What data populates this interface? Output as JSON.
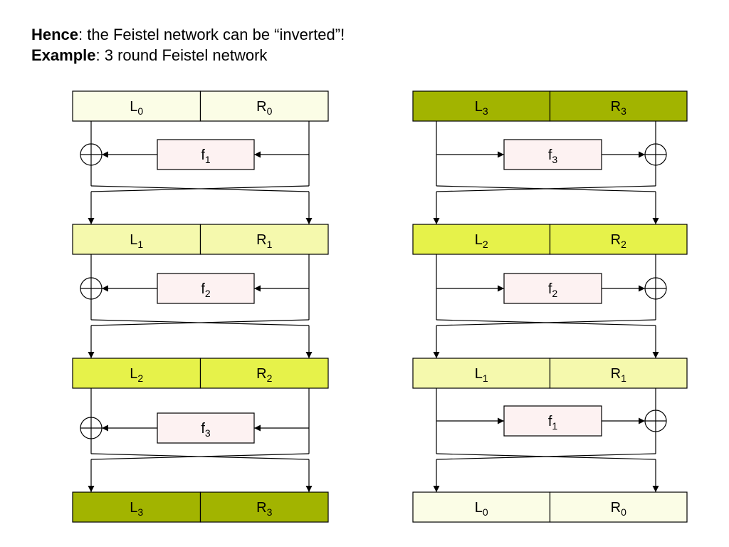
{
  "heading": {
    "line1_bold": "Hence",
    "line1_rest": ": the Feistel network can be “inverted”!",
    "line2_bold": "Example",
    "line2_rest": ": 3 round Feistel network"
  },
  "colors": {
    "stage0": "#fbfde6",
    "stage1": "#f5f9ad",
    "stage2": "#e6f24a",
    "stage3": "#a2b400",
    "function_box": "#fdf2f2",
    "line": "#000000"
  },
  "encryption": {
    "stages": [
      {
        "left": "L",
        "left_sub": "0",
        "right": "R",
        "right_sub": "0",
        "color": "stage0"
      },
      {
        "left": "L",
        "left_sub": "1",
        "right": "R",
        "right_sub": "1",
        "color": "stage1"
      },
      {
        "left": "L",
        "left_sub": "2",
        "right": "R",
        "right_sub": "2",
        "color": "stage2"
      },
      {
        "left": "L",
        "left_sub": "3",
        "right": "R",
        "right_sub": "3",
        "color": "stage3"
      }
    ],
    "functions": [
      {
        "name": "f",
        "sub": "1"
      },
      {
        "name": "f",
        "sub": "2"
      },
      {
        "name": "f",
        "sub": "3"
      }
    ]
  },
  "decryption": {
    "stages": [
      {
        "left": "L",
        "left_sub": "3",
        "right": "R",
        "right_sub": "3",
        "color": "stage3"
      },
      {
        "left": "L",
        "left_sub": "2",
        "right": "R",
        "right_sub": "2",
        "color": "stage2"
      },
      {
        "left": "L",
        "left_sub": "1",
        "right": "R",
        "right_sub": "1",
        "color": "stage1"
      },
      {
        "left": "L",
        "left_sub": "0",
        "right": "R",
        "right_sub": "0",
        "color": "stage0"
      }
    ],
    "functions": [
      {
        "name": "f",
        "sub": "3"
      },
      {
        "name": "f",
        "sub": "2"
      },
      {
        "name": "f",
        "sub": "1"
      }
    ]
  }
}
